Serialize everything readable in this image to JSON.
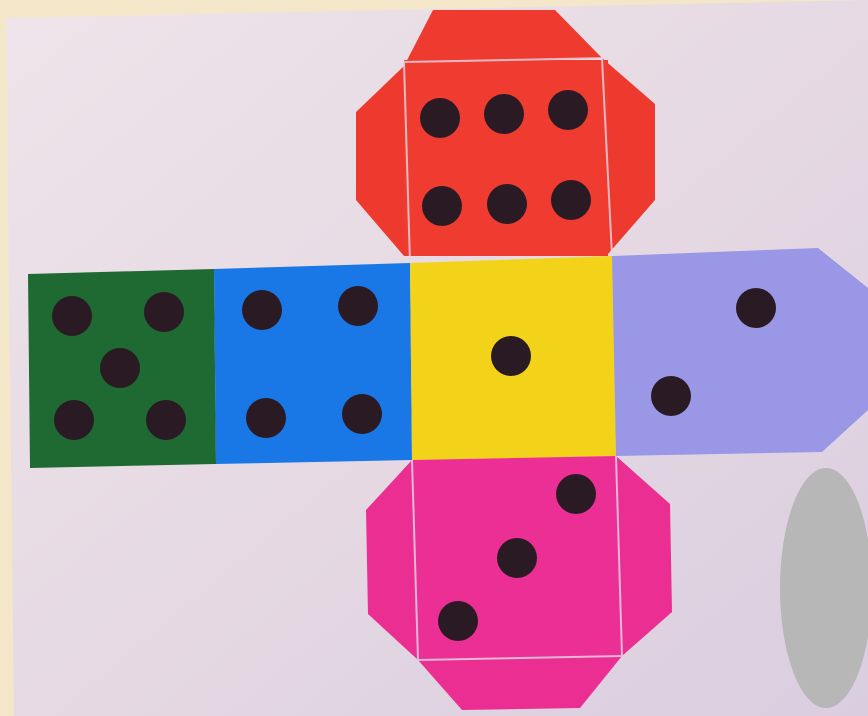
{
  "scene": {
    "subject": "die-net",
    "colors": {
      "frame": "#f4e6c8",
      "paper": "#e6dbe4",
      "pip": "#2a1a24",
      "fold_line": "#e8d8e8",
      "red": "#ef3b2f",
      "green": "#1f6a33",
      "blue": "#1a78e6",
      "yellow": "#f3d21a",
      "lavender": "#9a97e6",
      "pink": "#ec2f94",
      "finger": "#b7b7b7"
    },
    "faces": [
      {
        "color": "red",
        "pips": 6
      },
      {
        "color": "green",
        "pips": 5
      },
      {
        "color": "blue",
        "pips": 4
      },
      {
        "color": "yellow",
        "pips": 1
      },
      {
        "color": "lavender",
        "pips": 2
      },
      {
        "color": "pink",
        "pips": 3
      }
    ]
  }
}
